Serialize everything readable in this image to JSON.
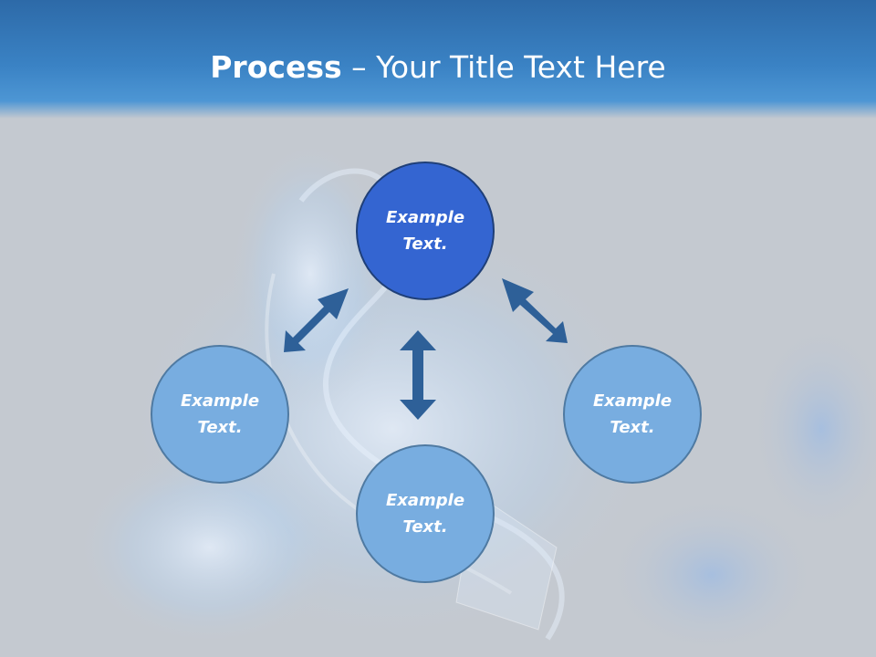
{
  "title": {
    "strong": "Process",
    "separator": " – ",
    "rest": "Your Title Text Here"
  },
  "nodes": {
    "top": {
      "line1": "Example",
      "line2": "Text."
    },
    "left": {
      "line1": "Example",
      "line2": "Text."
    },
    "right": {
      "line1": "Example",
      "line2": "Text."
    },
    "bottom": {
      "line1": "Example",
      "line2": "Text."
    }
  },
  "colors": {
    "header": "#3a82c4",
    "node_top_fill": "#3465d1",
    "node_fill": "#78ade0",
    "arrow": "#2e6098"
  }
}
